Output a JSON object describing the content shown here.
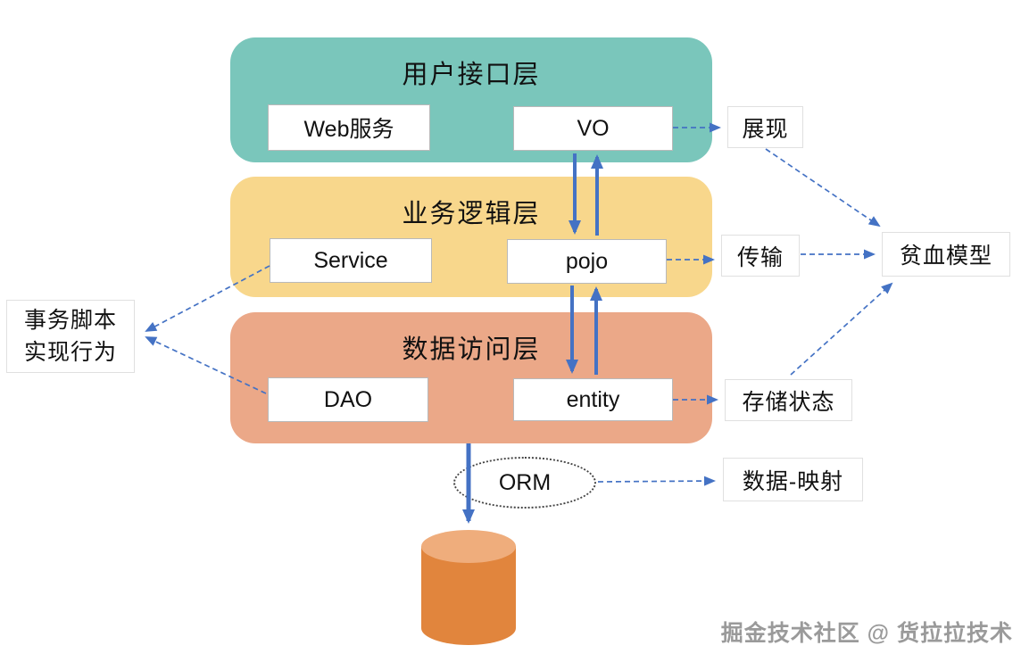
{
  "layers": [
    {
      "title": "用户接口层",
      "box1": "Web服务",
      "box2": "VO"
    },
    {
      "title": "业务逻辑层",
      "box1": "Service",
      "box2": "pojo"
    },
    {
      "title": "数据访问层",
      "box1": "DAO",
      "box2": "entity"
    }
  ],
  "orm": {
    "label": "ORM"
  },
  "annotations": {
    "presentation": "展现",
    "transport": "传输",
    "anemic_model": "贫血模型",
    "storage_state": "存储状态",
    "data_mapping": "数据-映射",
    "transaction_script": {
      "line1": "事务脚本",
      "line2": "实现行为"
    }
  },
  "watermark": "掘金技术社区 @ 货拉拉技术",
  "colors": {
    "ui_layer": "#7AC6BB",
    "business_layer": "#F8D78C",
    "data_access_layer": "#EBA888",
    "arrow_blue": "#4472C4",
    "cylinder_body": "#E1853D",
    "cylinder_top": "#EFAD7C"
  }
}
